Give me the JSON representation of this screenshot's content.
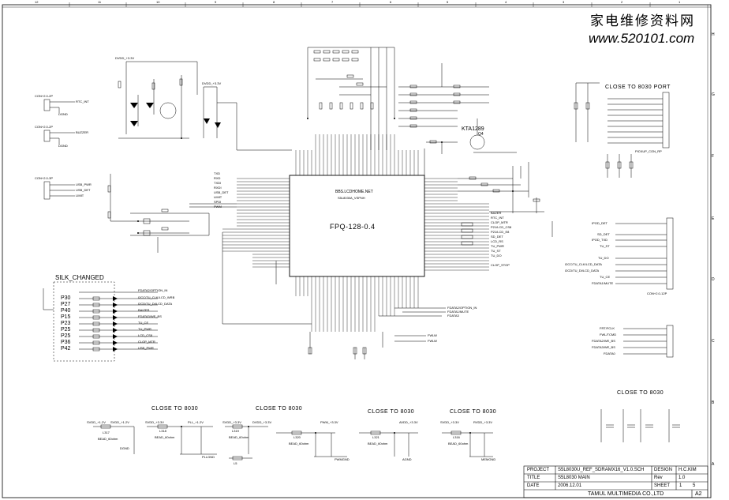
{
  "watermark": {
    "title": "家电维修资料网",
    "url": "www.520101.com"
  },
  "border": {
    "top_cols": [
      "12",
      "11",
      "10",
      "9",
      "8",
      "7",
      "6",
      "5",
      "4",
      "3",
      "2",
      "1"
    ],
    "side_rows": [
      "H",
      "G",
      "F",
      "E",
      "D",
      "C",
      "B",
      "A"
    ]
  },
  "chip": {
    "line1": "BBS.LCDHOME.NET",
    "line2": "S5L8030A_VSPNH",
    "package": "FPQ-128-0.4"
  },
  "transistor": {
    "ref": "Q4",
    "part": "KTA1289"
  },
  "close_labels": {
    "port": "CLOSE TO 8030 PORT",
    "right_mid": "CLOSE TO 8030",
    "bottom": [
      "CLOSE TO 8030",
      "CLOSE TO 8030",
      "CLOSE TO 8030",
      "CLOSE TO 8030"
    ]
  },
  "silk": {
    "title": "SILK_CHANGED",
    "pins": [
      "P30",
      "P27",
      "P40",
      "P15",
      "P23",
      "P25",
      "P25",
      "P36",
      "P42"
    ]
  },
  "connectors": {
    "left": [
      "CON+2.0-2P",
      "CON+2.0-2P",
      "CON+2.0-3P"
    ],
    "left_nets": [
      "RTC_INT",
      "DGND",
      "BUZZER",
      "DGND",
      "USB_PWR",
      "USB_DET",
      "LIMIT"
    ],
    "right_con": "CON+2.0-12P",
    "right_nets": [
      "IPOD_DET",
      "SD_DET",
      "IPOD_TXD",
      "TU_ST",
      "TU_DO",
      "I2CC/TU_CLK/LCD_DATA",
      "I2CD/TU_DI/LCD_DATA",
      "TU_CE",
      "FDATA1/MUTE"
    ],
    "bottom_right_nets": [
      "FRT/FCLK",
      "FWL/TCMD",
      "FDATA2/WE_BS",
      "FDATA3/WE_BS",
      "FDATA0"
    ],
    "port_label": "PICKUP_CON_RP"
  },
  "signals": {
    "upper_left": [
      "DVDD_+3.3V",
      "DVDD_+3.3V"
    ],
    "chip_left": [
      "TXD",
      "RXD",
      "TXDI",
      "RXDI",
      "USB_DET",
      "LIMIT",
      "SPDI",
      "PWM"
    ],
    "chip_right": [
      "BAZER",
      "RTC_INT",
      "CLOP_MTR",
      "P21/LCD_CS8",
      "P21/LCD_E8",
      "SD_DET",
      "LCD_RS",
      "TU_PWR",
      "TU_ST",
      "TU_DO",
      "CLOP_STOP"
    ],
    "bottom_mid": [
      "FDATA2/OPTION_IN",
      "FDATA1/MUTE",
      "FDATA3",
      "FWLW",
      "FWLW"
    ],
    "silk_nets": [
      "FDATA2/OPTION_IN",
      "I2CC/TU_CLK/LCD_WRB",
      "I2CD/TU_DI/LCD_DATA",
      "BAIZER",
      "FDATA3/WE_BS",
      "TU_CE",
      "TU_PWR",
      "LCD_CS8",
      "CLOP_MTR",
      "USB_PWR"
    ]
  },
  "power_nets": {
    "bottom": [
      "SVDD_+1.2V",
      "SVDD_+1.2V",
      "SVDD_+3.3V",
      "PLL_+1.2V",
      "SVDD_+3.3V",
      "DVDD_+3.3V",
      "PWM_+3.3V",
      "AVDD_+3.3V",
      "SVDD_+3.3V",
      "RVDD_+3.3V"
    ],
    "gnd_labels": [
      "DGND",
      "PLLGND",
      "PWMGND",
      "AGND",
      "MEMGND"
    ],
    "inductors": [
      "L317",
      "L318",
      "L319",
      "L5",
      "L320",
      "L321",
      "L316"
    ],
    "beads": [
      "BEAD_60ohm",
      "BEAD_60ohm",
      "BEAD_60ohm",
      "BEAD_60ohm",
      "BEAD_60ohm",
      "BEAD_60ohm"
    ]
  },
  "title_block": {
    "project_label": "PROJECT",
    "project_value": "S5L8030U_REF_SDRAMX16_V1.0.SCH",
    "design_label": "DESIGN",
    "design_value": "H.C.KIM",
    "title_label": "TITLE",
    "title_value": "S5L8030 MAIN",
    "rev_label": "Rev",
    "rev_value": "1.0",
    "date_label": "DATE",
    "date_value": "2006.12.01",
    "sheet_label": "SHEET",
    "sheet_value": "1",
    "sheet_total": "5",
    "company": "TAMUL MULTIMEDIA CO.,LTD",
    "size": "A2"
  }
}
